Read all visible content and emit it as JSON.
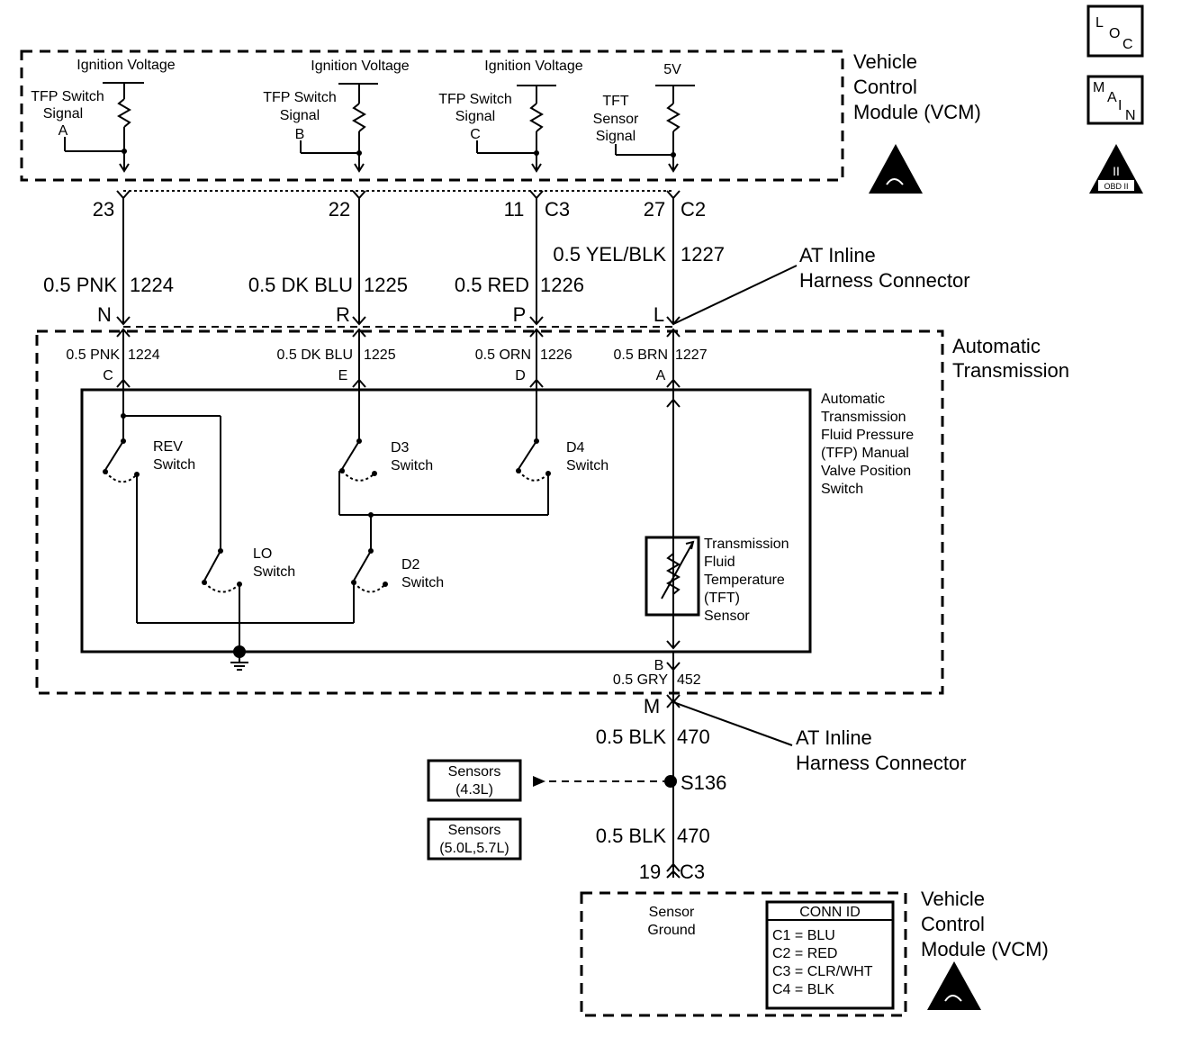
{
  "icons": {
    "loc": "LOC",
    "main": "MAIN",
    "obd": "OBD II"
  },
  "vcm_top": {
    "title_line1": "Vehicle",
    "title_line2": "Control",
    "title_line3": "Module (VCM)",
    "circuits": [
      {
        "supply": "Ignition Voltage",
        "sig1": "TFP Switch",
        "sig2": "Signal",
        "sig3": "A",
        "pin": "23",
        "conn": ""
      },
      {
        "supply": "Ignition Voltage",
        "sig1": "TFP Switch",
        "sig2": "Signal",
        "sig3": "B",
        "pin": "22",
        "conn": ""
      },
      {
        "supply": "Ignition Voltage",
        "sig1": "TFP Switch",
        "sig2": "Signal",
        "sig3": "C",
        "pin": "11",
        "conn": "C3"
      },
      {
        "supply": "5V",
        "sig1": "TFT",
        "sig2": "Sensor",
        "sig3": "Signal",
        "pin": "27",
        "conn": "C2"
      }
    ]
  },
  "wires_upper": [
    {
      "size_color": "0.5 PNK",
      "circuit": "1224",
      "inline_pin": "N"
    },
    {
      "size_color": "0.5 DK BLU",
      "circuit": "1225",
      "inline_pin": "R"
    },
    {
      "size_color": "0.5 RED",
      "circuit": "1226",
      "inline_pin": "P"
    },
    {
      "size_color": "0.5 YEL/BLK",
      "circuit": "1227",
      "inline_pin": "L"
    }
  ],
  "inline_connector_label": {
    "line1": "AT Inline",
    "line2": "Harness Connector"
  },
  "transmission": {
    "title_line1": "Automatic",
    "title_line2": "Transmission",
    "wires": [
      {
        "size_color": "0.5 PNK",
        "circuit": "1224",
        "pin": "C"
      },
      {
        "size_color": "0.5 DK BLU",
        "circuit": "1225",
        "pin": "E"
      },
      {
        "size_color": "0.5 ORN",
        "circuit": "1226",
        "pin": "D"
      },
      {
        "size_color": "0.5 BRN",
        "circuit": "1227",
        "pin": "A"
      }
    ],
    "tfp_label": [
      "Automatic",
      "Transmission",
      "Fluid Pressure",
      "(TFP) Manual",
      "Valve Position",
      "Switch"
    ],
    "switches": {
      "rev": [
        "REV",
        "Switch"
      ],
      "d3": [
        "D3",
        "Switch"
      ],
      "d4": [
        "D4",
        "Switch"
      ],
      "lo": [
        "LO",
        "Switch"
      ],
      "d2": [
        "D2",
        "Switch"
      ]
    },
    "tft_label": [
      "Transmission",
      "Fluid",
      "Temperature",
      "(TFT)",
      "Sensor"
    ],
    "ground_pin": "B",
    "ground_wire": {
      "size_color": "0.5 GRY",
      "circuit": "452"
    }
  },
  "lower": {
    "inline_pin": "M",
    "wire1": {
      "size_color": "0.5 BLK",
      "circuit": "470"
    },
    "splice": "S136",
    "sensors_a": [
      "Sensors",
      "(4.3L)"
    ],
    "sensors_b": [
      "Sensors",
      "(5.0L,5.7L)"
    ],
    "wire2": {
      "size_color": "0.5 BLK",
      "circuit": "470"
    },
    "pin": "19",
    "conn": "C3"
  },
  "vcm_bottom": {
    "title_line1": "Vehicle",
    "title_line2": "Control",
    "title_line3": "Module (VCM)",
    "ground_label": [
      "Sensor",
      "Ground"
    ],
    "conn_id_title": "CONN ID",
    "conn_ids": [
      "C1  =  BLU",
      "C2  =  RED",
      "C3  =  CLR/WHT",
      "C4  =  BLK"
    ]
  }
}
